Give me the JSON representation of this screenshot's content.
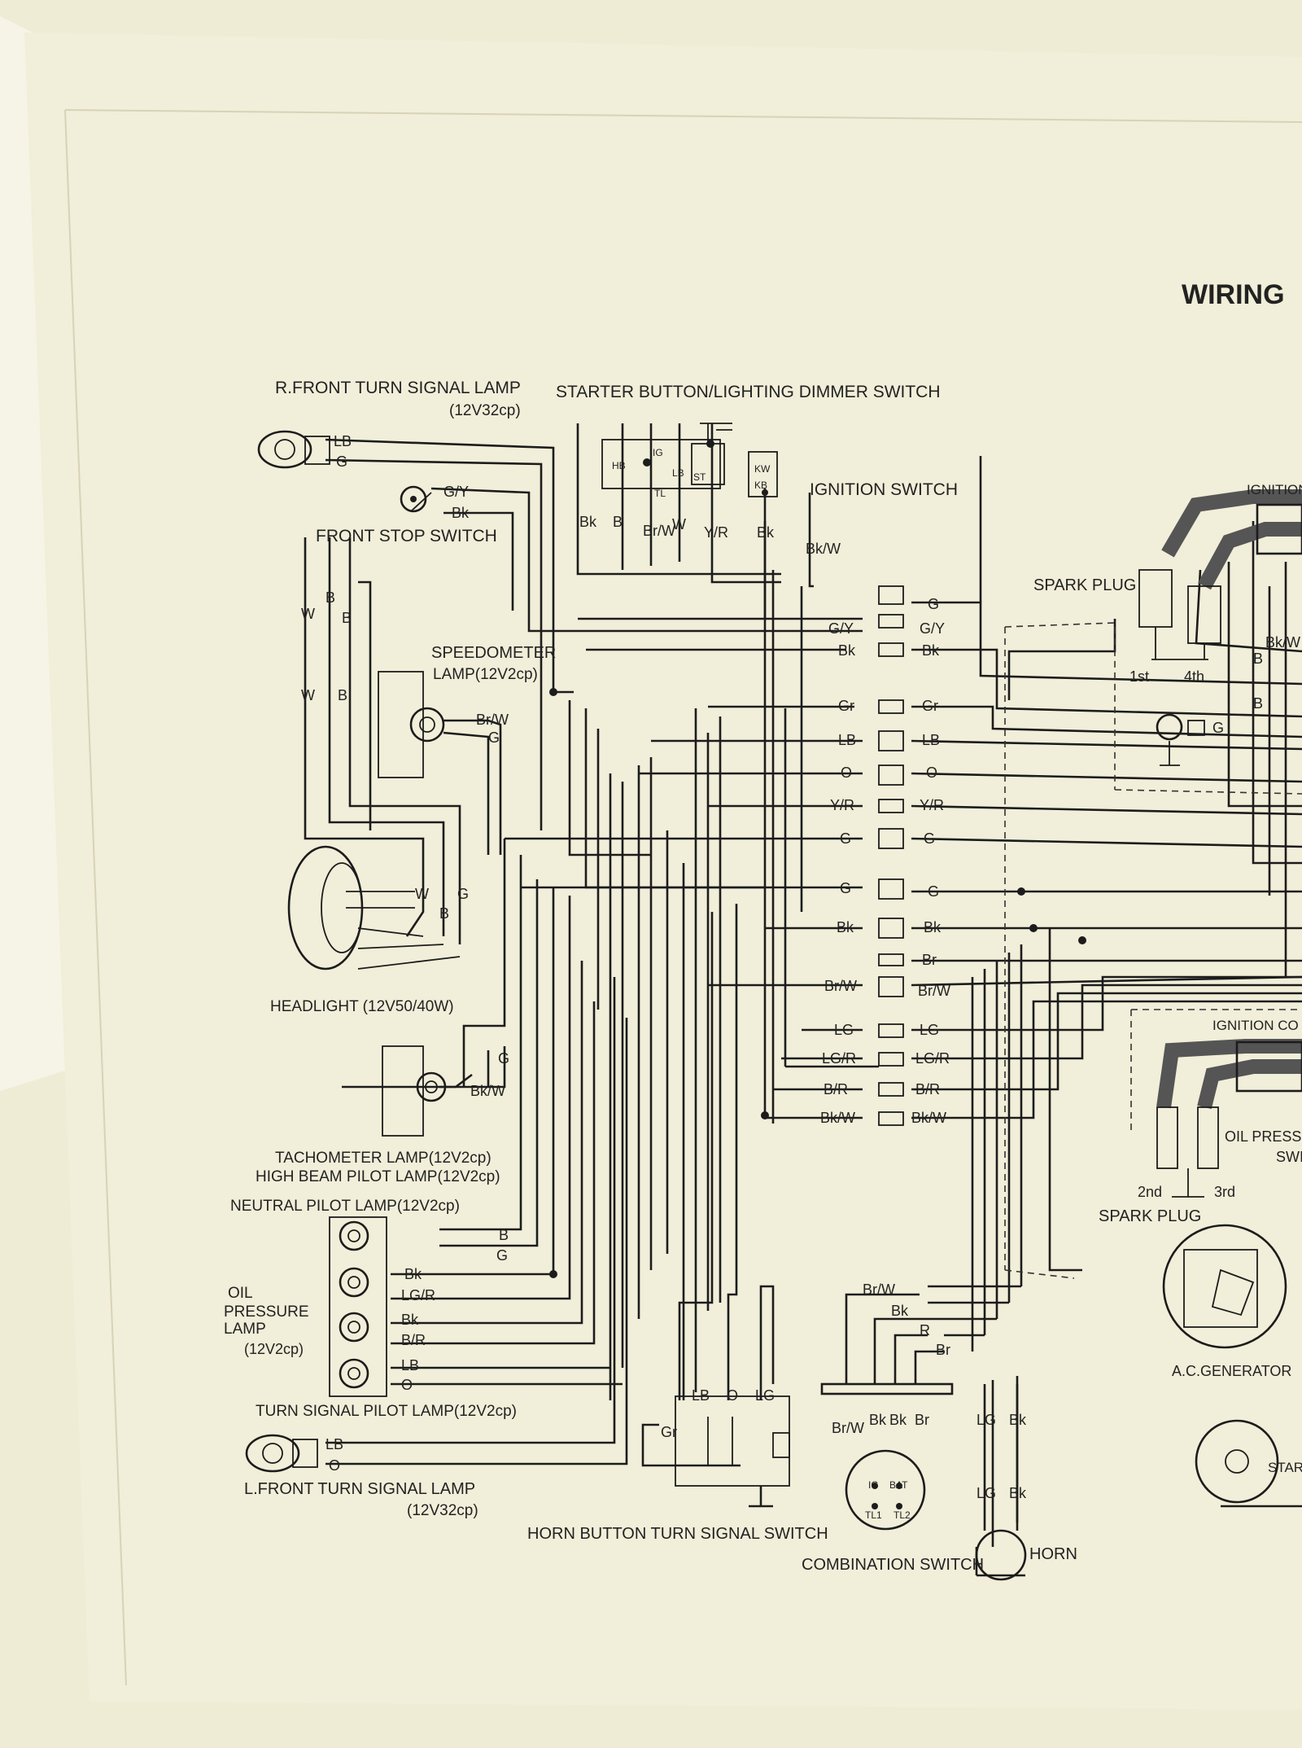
{
  "title": "WIRING",
  "components": {
    "r_front_turn": "R.FRONT  TURN  SIGNAL  LAMP",
    "r_front_turn_rating": "(12V32cp)",
    "starter_dimmer": "STARTER BUTTON/LIGHTING DIMMER SWITCH",
    "ignition_switch": "IGNITION  SWITCH",
    "front_stop_switch": "FRONT  STOP  SWITCH",
    "speedometer_lamp": "SPEEDOMETER",
    "speedometer_lamp_2": "LAMP(12V2cp)",
    "headlight": "HEADLIGHT   (12V50/40W)",
    "tacho_lamp": "TACHOMETER  LAMP(12V2cp)",
    "high_beam": "HIGH BEAM  PILOT  LAMP(12V2cp)",
    "neutral": "NEUTRAL  PILOT  LAMP(12V2cp)",
    "oil_1": "OIL",
    "oil_2": "PRESSURE",
    "oil_3": "LAMP",
    "oil_4": "(12V2cp)",
    "turn_pilot": "TURN  SIGNAL  PILOT  LAMP(12V2cp)",
    "l_front_turn": "L.FRONT  TURN  SIGNAL  LAMP",
    "l_front_turn_rating": "(12V32cp)",
    "horn_turn_switch": "HORN BUTTON  TURN  SIGNAL  SWITCH",
    "combination_switch": "COMBINATION  SWITCH",
    "horn": "HORN",
    "spark_plug_top": "SPARK PLUG",
    "ignition_top": "IGNITION",
    "first": "1st",
    "fourth": "4th",
    "ignition_coil_2": "IGNITION  CO",
    "oil_press_sw": "OIL  PRESS",
    "oil_press_sw_2": "SWI",
    "second": "2nd",
    "third": "3rd",
    "spark_plug_bottom": "SPARK  PLUG",
    "ac_generator": "A.C.GENERATOR",
    "starter_motor": "STAR"
  },
  "wire_codes": {
    "LB": "LB",
    "G": "G",
    "GY": "G/Y",
    "Bk": "Bk",
    "W": "W",
    "B": "B",
    "BrW": "Br/W",
    "YR": "Y/R",
    "BkW": "Bk/W",
    "Gr": "Gr",
    "O": "O",
    "Br": "Br",
    "LG": "LG",
    "LGR": "LG/R",
    "BR": "B/R",
    "R": "R",
    "HB": "HB",
    "IG": "IG",
    "TL": "TL",
    "ST": "ST",
    "KW": "KW",
    "KB": "KB",
    "BAT": "BAT",
    "TL1": "TL1",
    "TL2": "TL2"
  },
  "connector_rows": [
    {
      "left": "",
      "right": "G"
    },
    {
      "left": "G/Y",
      "right": "G/Y"
    },
    {
      "left": "Bk",
      "right": "Bk"
    },
    {
      "left": "Gr",
      "right": "Gr"
    },
    {
      "left": "LB",
      "right": "LB"
    },
    {
      "left": "O",
      "right": "O"
    },
    {
      "left": "Y/R",
      "right": "Y/R"
    },
    {
      "left": "G",
      "right": "G"
    },
    {
      "left": "G",
      "right": "G"
    },
    {
      "left": "Bk",
      "right": "Bk"
    },
    {
      "left": "",
      "right": "Br"
    },
    {
      "left": "Br/W",
      "right": "Br/W"
    },
    {
      "left": "LG",
      "right": "LG"
    },
    {
      "left": "LG/R",
      "right": "LG/R"
    },
    {
      "left": "B/R",
      "right": "B/R"
    },
    {
      "left": "Bk/W",
      "right": "Bk/W"
    }
  ]
}
